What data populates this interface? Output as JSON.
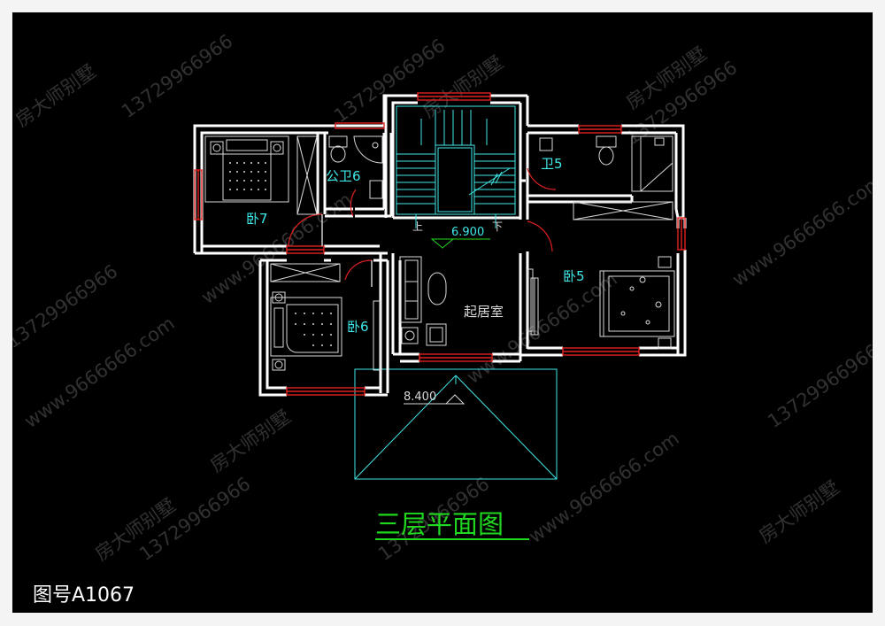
{
  "colors": {
    "background": "#000000",
    "wall": "#ffffff",
    "window": "#e02020",
    "stairs": "#40e8e8",
    "label": "#40e8e8",
    "furniture": "#d8d8d8",
    "title": "#20d820",
    "watermark": "#5a5a5a"
  },
  "rooms": {
    "bedroom7": "卧7",
    "bedroom6": "卧6",
    "bedroom5": "卧5",
    "bathroom_public": "公卫6",
    "bathroom5": "卫5",
    "living": "起居室"
  },
  "stairs": {
    "up_label": "上",
    "down_label": "下"
  },
  "elevations": {
    "upper": "6.900",
    "terrace": "8.400"
  },
  "title": "三层平面图",
  "drawing_code": "图号A1067",
  "watermarks": {
    "phone": "13729966966",
    "website": "www.9666666.com",
    "brand": "房大师别墅"
  }
}
